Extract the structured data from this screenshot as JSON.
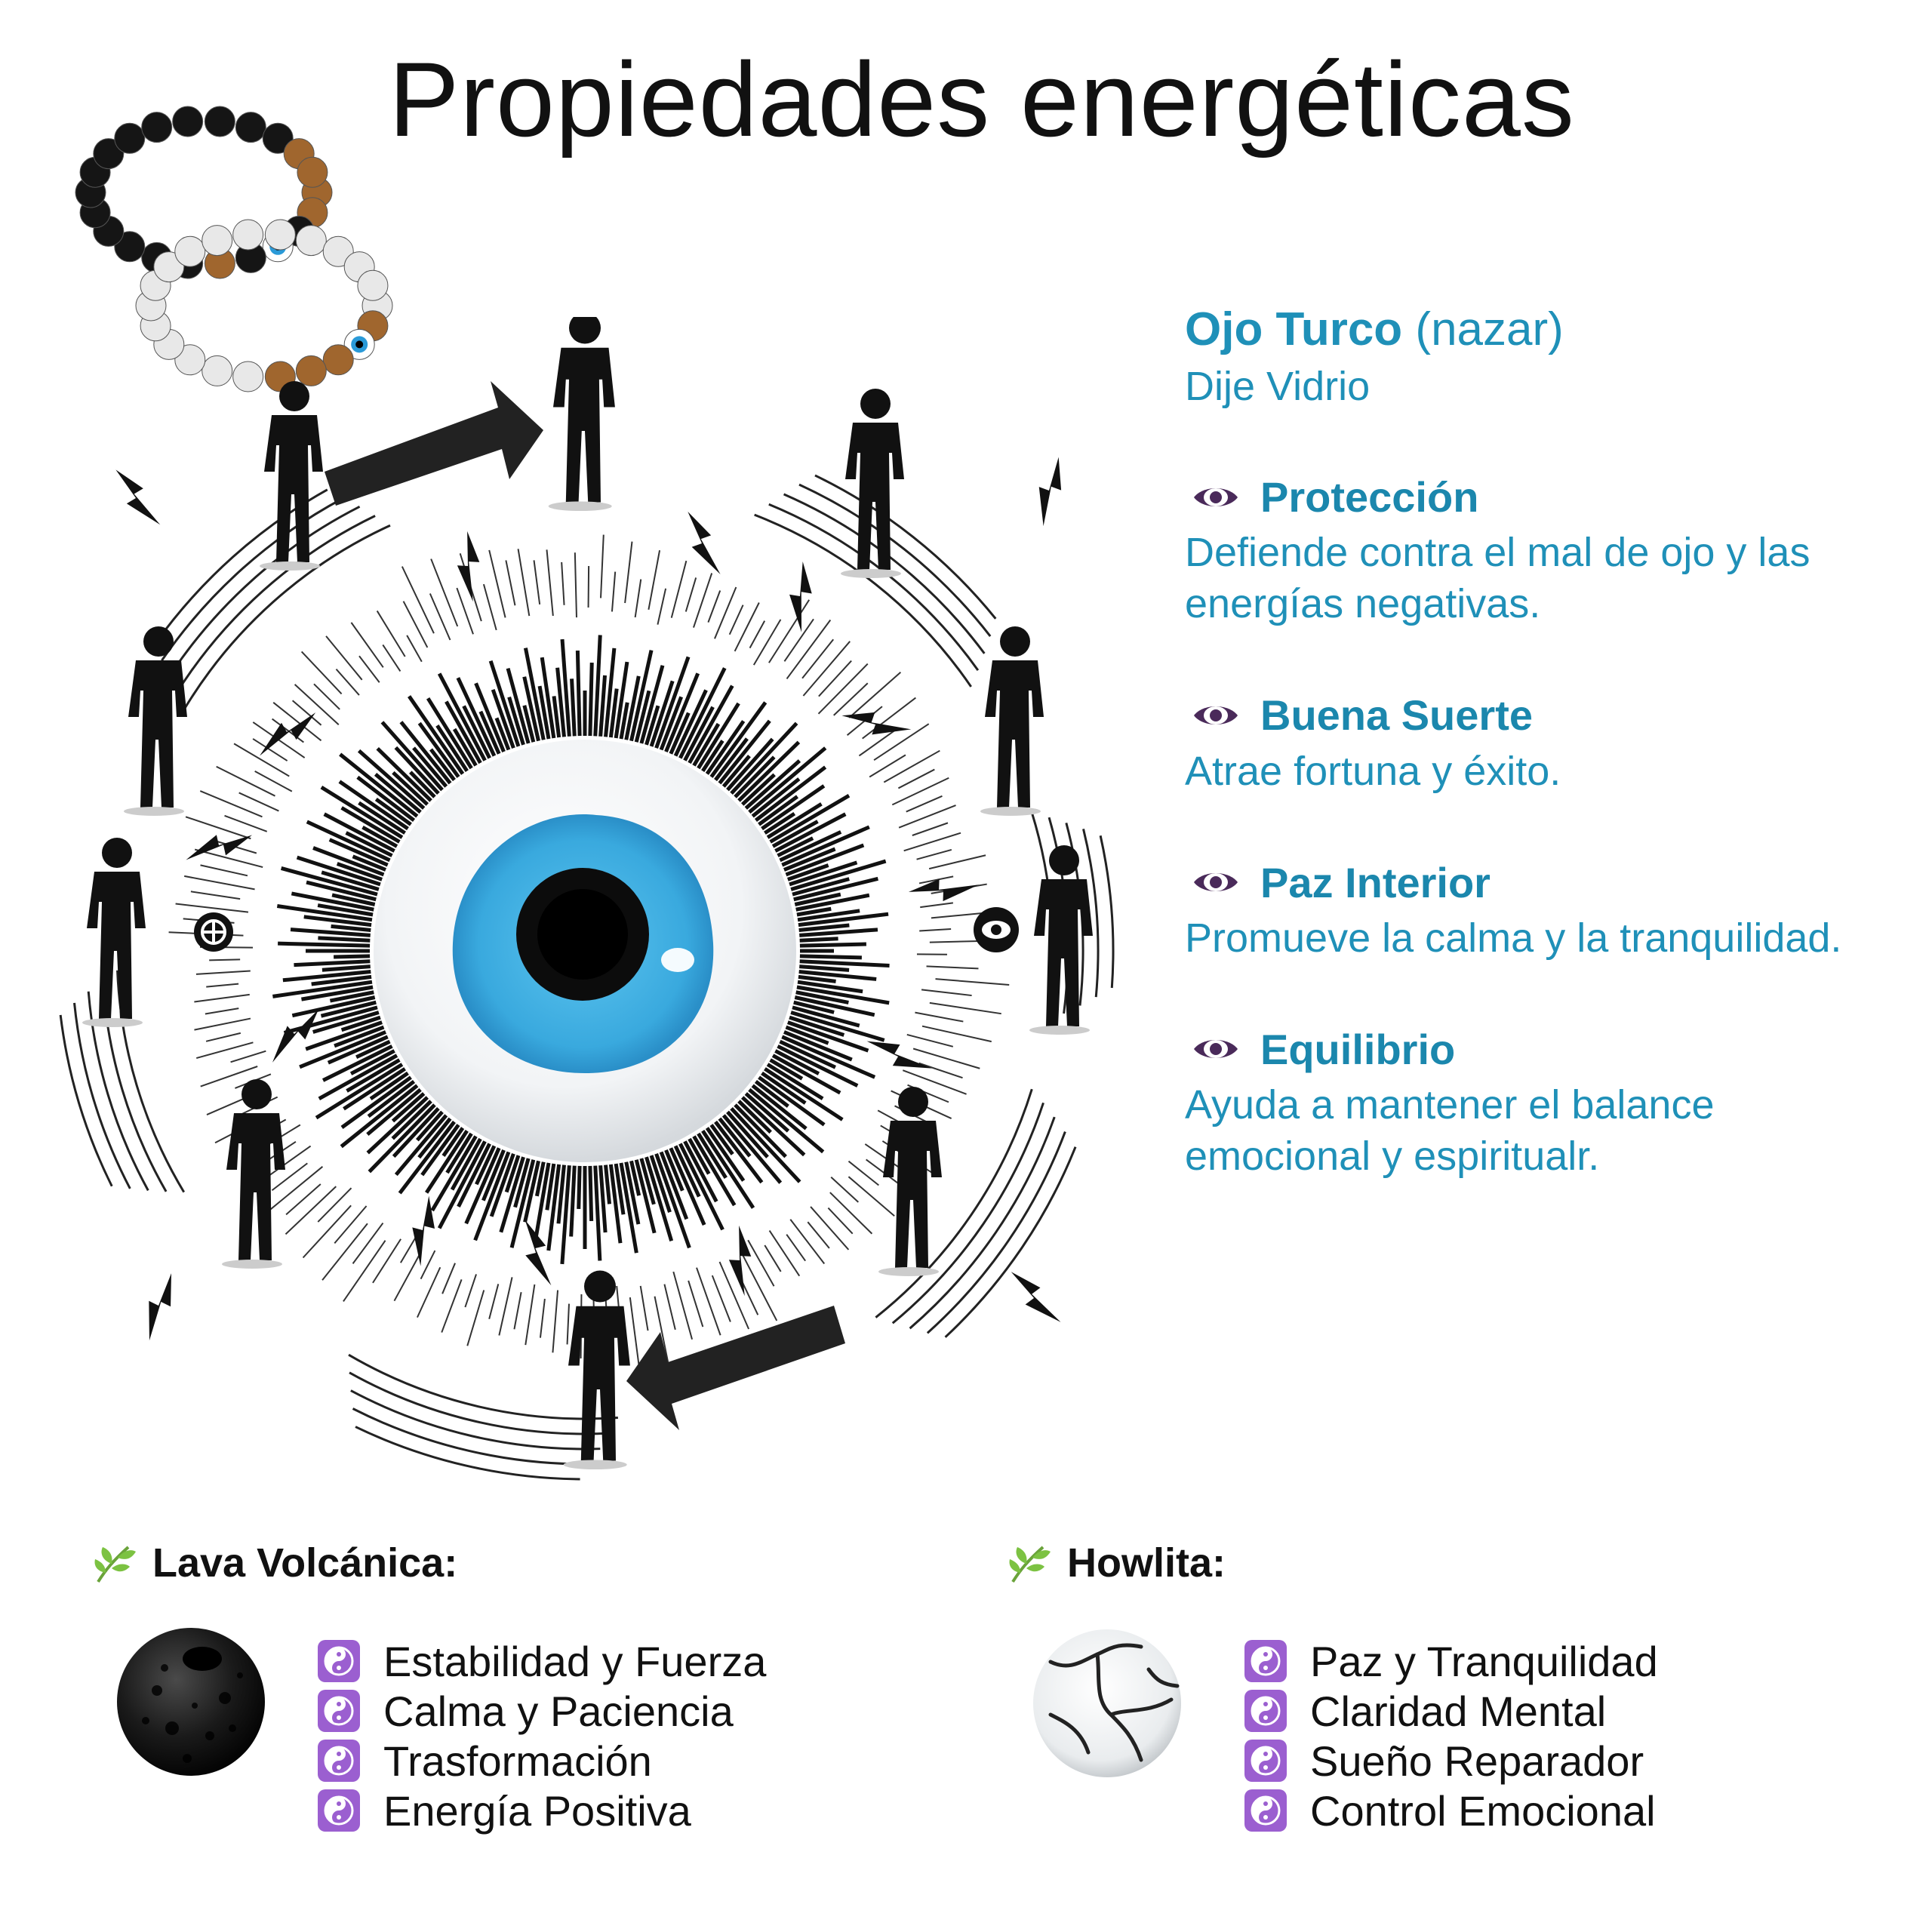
{
  "title": "Propiedades energéticas",
  "product": {
    "name": "Ojo Turco",
    "name_suffix": "(nazar)",
    "material": "Dije Vidrio"
  },
  "properties": [
    {
      "title": "Protección",
      "description": "Defiende contra el  mal de ojo y las energías negativas."
    },
    {
      "title": "Buena Suerte",
      "description": "Atrae fortuna y éxito."
    },
    {
      "title": "Paz Interior",
      "description": "Promueve la calma y la tranquilidad."
    },
    {
      "title": "Equilibrio",
      "description": "Ayuda a mantener el balance emocional y espiritualr."
    }
  ],
  "stones": [
    {
      "name": "Lava Volcánica:",
      "items": [
        "Estabilidad y Fuerza",
        "Calma y Paciencia",
        "Trasformación",
        "Energía Positiva"
      ]
    },
    {
      "name": "Howlita:",
      "items": [
        "Paz y Tranquilidad",
        "Claridad Mental",
        "Sueño Reparador",
        "Control Emocional"
      ]
    }
  ],
  "icons": {
    "property_bullet": "eye-icon",
    "stone_heading": "leaf-icon",
    "list_bullet": "yin-yang-icon"
  },
  "colors": {
    "accent_blue": "#1f90b8",
    "bullet_purple": "#9b5fd0",
    "eye_icon_purple": "#4a2a5a",
    "leaf_green": "#7cc242"
  }
}
